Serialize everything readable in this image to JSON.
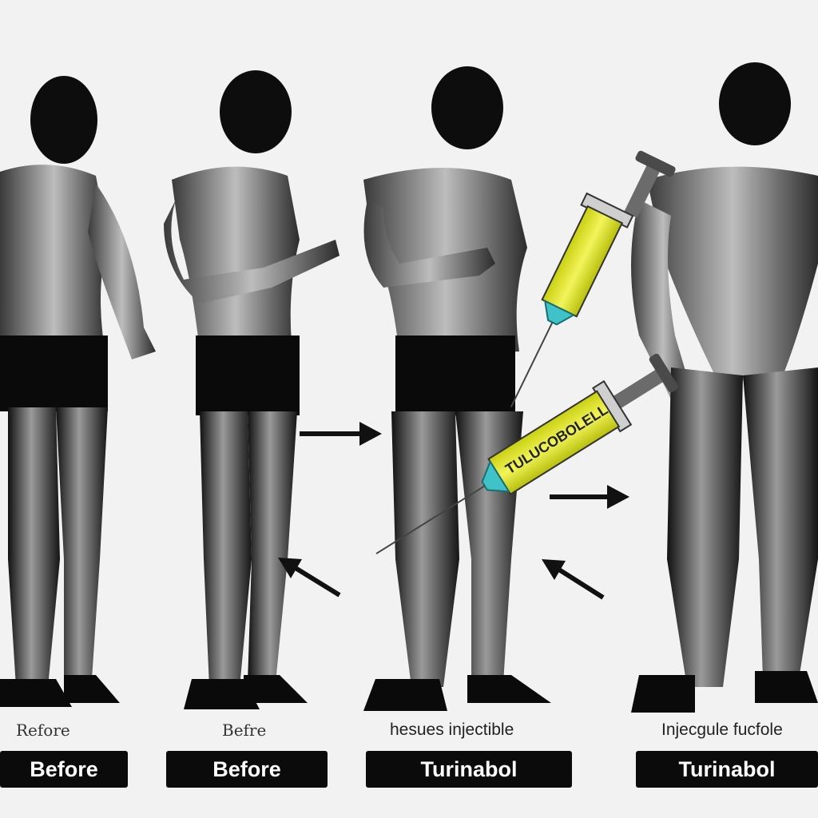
{
  "panels": [
    {
      "caption": "Refore",
      "label": "Before"
    },
    {
      "caption": "Befre",
      "label": "Before"
    },
    {
      "caption": "hesues injectible",
      "label": "Turinabol"
    },
    {
      "caption": "Injecgule fucfole",
      "label": "Turinabol"
    }
  ],
  "syringe_text": "TULUCOBOLELL",
  "colors": {
    "background": "#f2f2f2",
    "label_box": "#0b0b0b",
    "label_text": "#ffffff",
    "syringe_liquid": "#e6ea2a",
    "syringe_needle_hub": "#3fc2c8"
  }
}
